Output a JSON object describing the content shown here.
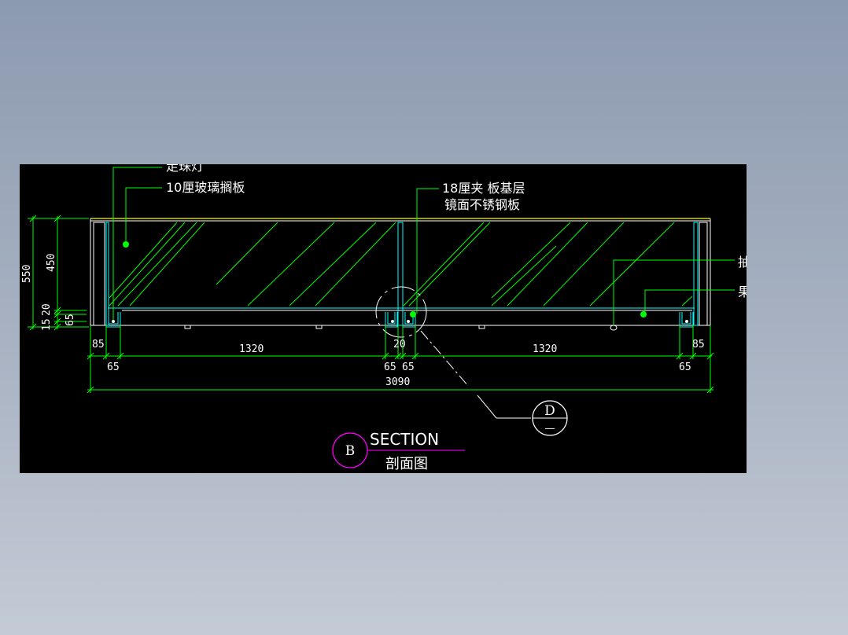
{
  "colors": {
    "background": "#000000",
    "outline": "#ffff00",
    "leader": "#00ff00",
    "dimension": "#00ff00",
    "hatch": "#00ff00",
    "panel": "#00ffff",
    "section_circle": "#ff00ff",
    "text": "#ffffff"
  },
  "labels": {
    "bead_lamp": "走珠灯",
    "glass_shelf": "10厘玻璃搁板",
    "plywood_line1": "18厘夹 板基层",
    "plywood_line2": "镜面不锈钢板",
    "drawer_handle": "抽屉拉手",
    "fireproof_board": "果绿色防火板"
  },
  "dimensions": {
    "overall_height": "550",
    "upper_height": "450",
    "left_20": "20",
    "left_15": "15",
    "left_65": "65",
    "left_85": "85",
    "span_left": "1320",
    "center_gap": "20",
    "right_85": "85",
    "bottom_65_a": "65",
    "bottom_65_b": "65",
    "bottom_65_c": "65",
    "bottom_65_d": "65",
    "total_width": "3090"
  },
  "detail_callout": {
    "letter": "D",
    "sheet": "—"
  },
  "section_title": {
    "letter": "B",
    "title": "SECTION",
    "subtitle": "剖面图"
  }
}
